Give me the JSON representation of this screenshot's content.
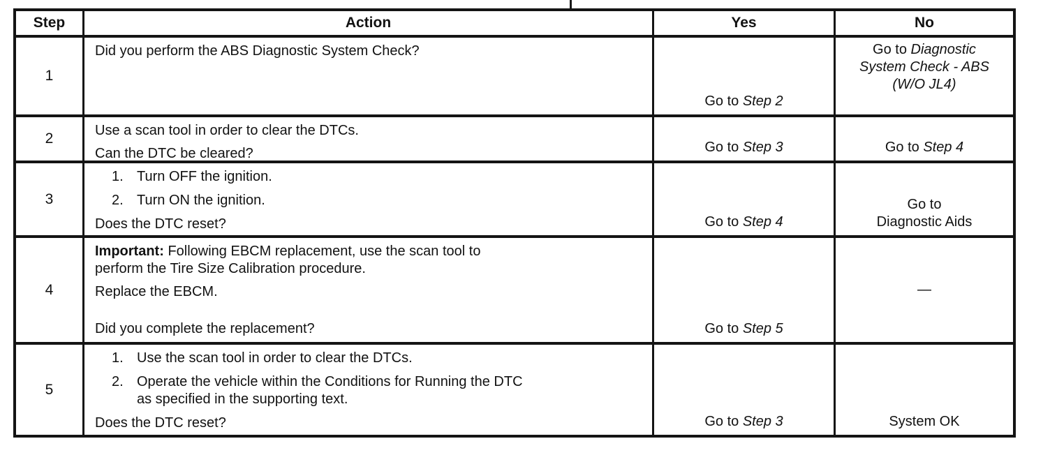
{
  "page": {
    "background": "#ffffff",
    "ink": "#121212"
  },
  "table": {
    "headers": [
      {
        "id": "step",
        "label": "Step"
      },
      {
        "id": "action",
        "label": "Action"
      },
      {
        "id": "yes",
        "label": "Yes"
      },
      {
        "id": "no",
        "label": "No"
      }
    ],
    "rows": [
      {
        "step": "1",
        "action": [
          {
            "segments": [
              {
                "t": "Did you perform the ABS Diagnostic System Check?"
              }
            ]
          }
        ],
        "yes": {
          "valign": "bottom",
          "segments": [
            {
              "t": "Go to "
            },
            {
              "t": "Step 2",
              "i": 1
            }
          ]
        },
        "no": {
          "valign": "top",
          "segments": [
            {
              "t": "Go to "
            },
            {
              "t": "Diagnostic",
              "i": 1,
              "br": 1
            },
            {
              "t": "System Check - ABS",
              "i": 1,
              "br": 1
            },
            {
              "t": "(W/O JL4)",
              "i": 1
            }
          ]
        }
      },
      {
        "step": "2",
        "action": [
          {
            "segments": [
              {
                "t": "Use a scan tool in order to clear the DTCs."
              }
            ]
          },
          {
            "q": 1,
            "segments": [
              {
                "t": "Can the DTC be cleared?"
              }
            ]
          }
        ],
        "yes": {
          "valign": "bottom",
          "segments": [
            {
              "t": "Go to "
            },
            {
              "t": "Step 3",
              "i": 1
            }
          ]
        },
        "no": {
          "valign": "bottom",
          "segments": [
            {
              "t": "Go to "
            },
            {
              "t": "Step 4",
              "i": 1
            }
          ]
        }
      },
      {
        "step": "3",
        "action": [
          {
            "marker": "1.",
            "segments": [
              {
                "t": "Turn OFF the ignition."
              }
            ]
          },
          {
            "marker": "2.",
            "segments": [
              {
                "t": "Turn ON the ignition."
              }
            ]
          },
          {
            "q": 1,
            "segments": [
              {
                "t": "Does the DTC reset?"
              }
            ]
          }
        ],
        "yes": {
          "valign": "bottom",
          "segments": [
            {
              "t": "Go to "
            },
            {
              "t": "Step 4",
              "i": 1
            }
          ]
        },
        "no": {
          "valign": "bottom",
          "segments": [
            {
              "t": "Go to",
              "br": 1
            },
            {
              "t": "Diagnostic Aids"
            }
          ]
        }
      },
      {
        "step": "4",
        "action": [
          {
            "segments": [
              {
                "t": "Important:",
                "b": 1
              },
              {
                "t": " Following EBCM replacement, use the scan tool to",
                "br": 1
              },
              {
                "t": "perform the Tire Size Calibration procedure."
              }
            ]
          },
          {
            "segments": [
              {
                "t": "Replace the EBCM."
              }
            ]
          },
          {
            "q": 1,
            "segments": [
              {
                "t": "Did you complete the replacement?"
              }
            ]
          }
        ],
        "yes": {
          "valign": "bottom",
          "segments": [
            {
              "t": "Go to "
            },
            {
              "t": "Step 5",
              "i": 1
            }
          ]
        },
        "no": {
          "valign": "middle",
          "segments": [
            {
              "t": "—"
            }
          ]
        }
      },
      {
        "step": "5",
        "action": [
          {
            "marker": "1.",
            "segments": [
              {
                "t": "Use the scan tool in order to clear the DTCs."
              }
            ]
          },
          {
            "marker": "2.",
            "segments": [
              {
                "t": "Operate the vehicle within the Conditions for Running the DTC",
                "br": 1
              },
              {
                "t": "as specified in the supporting text."
              }
            ]
          },
          {
            "q": 1,
            "segments": [
              {
                "t": "Does the DTC reset?"
              }
            ]
          }
        ],
        "yes": {
          "valign": "bottom",
          "segments": [
            {
              "t": "Go to "
            },
            {
              "t": "Step 3",
              "i": 1
            }
          ]
        },
        "no": {
          "valign": "bottom",
          "segments": [
            {
              "t": "System OK"
            }
          ]
        }
      }
    ]
  }
}
